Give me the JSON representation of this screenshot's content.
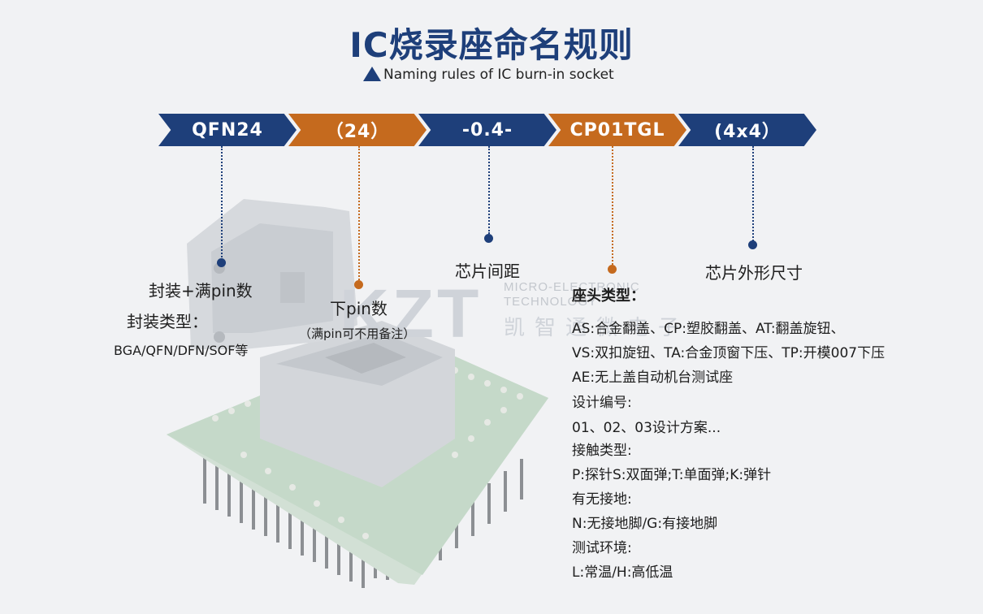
{
  "header": {
    "title": "IC烧录座命名规则",
    "subtitle": "Naming rules of IC burn-in socket"
  },
  "segments": [
    {
      "label": "QFN24",
      "color": "#1e3f7a"
    },
    {
      "label": "（24）",
      "color": "#c56a1e"
    },
    {
      "label": "-0.4-",
      "color": "#1e3f7a"
    },
    {
      "label": "CP01TGL",
      "color": "#c56a1e"
    },
    {
      "label": "(4x4）",
      "color": "#1e3f7a"
    }
  ],
  "labels": {
    "package_pin": "封装+满pin数",
    "package_type": "封装类型：",
    "package_examples": "BGA/QFN/DFN/SOF等",
    "lower_pin": "下pin数",
    "lower_pin_note": "（满pin可不用备注）",
    "pitch": "芯片间距",
    "size": "芯片外形尺寸"
  },
  "watermark": {
    "logo": "KZT",
    "line1": "MICRO-ELECTRONIC",
    "line2": "TECHNOLOGY",
    "cn": "凯智通微电子"
  },
  "details": [
    {
      "text": "座头类型：",
      "head": true
    },
    {
      "text": "AS:合金翻盖、CP:塑胶翻盖、AT:翻盖旋钮、",
      "head": false
    },
    {
      "text": "VS:双扣旋钮、TA:合金顶窗下压、TP:开模007下压",
      "head": false
    },
    {
      "text": "AE:无上盖自动机台测试座",
      "head": false
    },
    {
      "text": "设计编号:",
      "head": false
    },
    {
      "text": "01、02、03设计方案...",
      "head": false
    },
    {
      "text": "接触类型:",
      "head": false
    },
    {
      "text": "P:探针S:双面弹;T:单面弹;K:弹针",
      "head": false
    },
    {
      "text": "有无接地:",
      "head": false
    },
    {
      "text": "N:无接地脚/G:有接地脚",
      "head": false
    },
    {
      "text": "测试环境:",
      "head": false
    },
    {
      "text": "L:常温/H:高低温",
      "head": false
    }
  ],
  "colors": {
    "blue": "#1e3f7a",
    "orange": "#c56a1e",
    "pcb": "#3aa35a"
  }
}
